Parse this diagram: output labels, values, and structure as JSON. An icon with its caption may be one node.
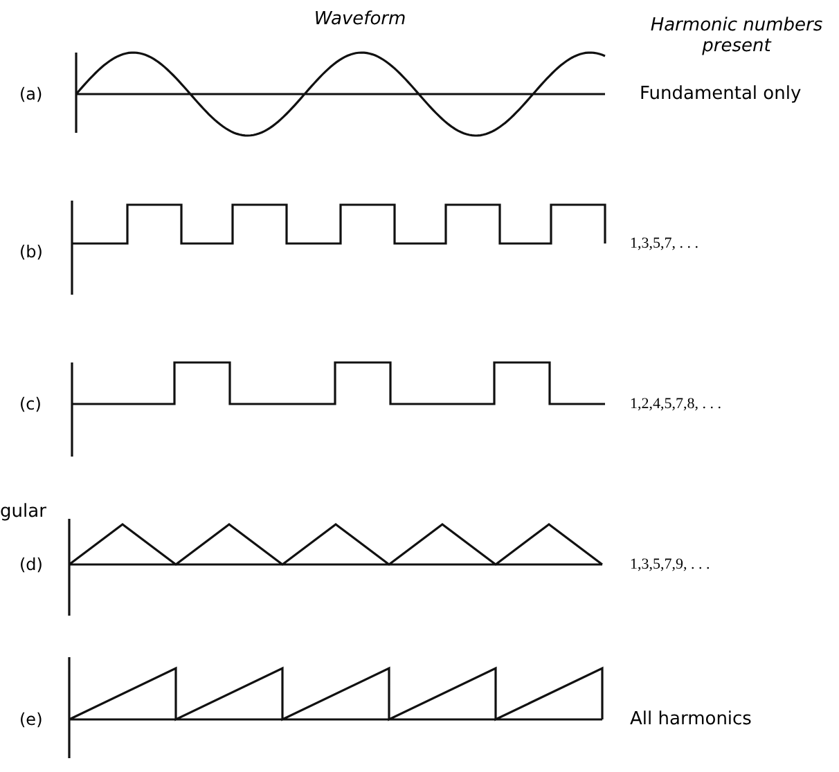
{
  "diagram": {
    "labels": [
      "Waveform",
      "Harmonic numbers present",
      "(a)",
      "Fundamental only",
      "(b)",
      "1,3,5,7, . . .",
      "(c)",
      "1,2,4,5,7,8, . . .",
      "gular",
      "(d)",
      "1,3,5,7,9, . . .",
      "(e)",
      "All harmonics"
    ]
  }
}
